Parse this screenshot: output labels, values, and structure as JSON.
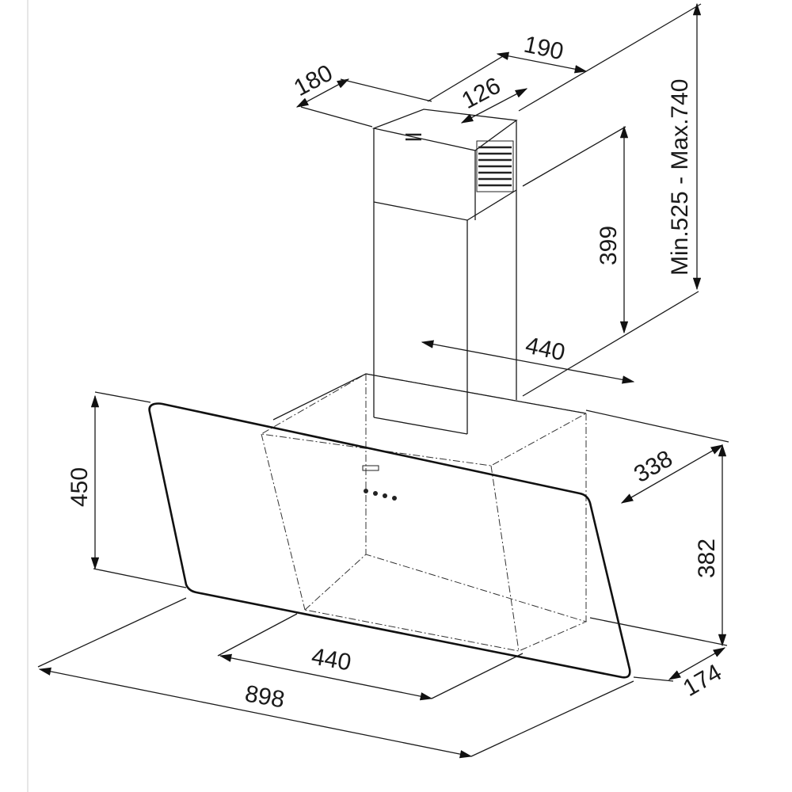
{
  "title": "Cooker hood dimension drawing",
  "dimensions": {
    "chimney_width": "190",
    "chimney_depth": "180",
    "outlet_width": "126",
    "chimney_height_range": "Min.525 - Max.740",
    "upper_chimney_height": "399",
    "body_width_top": "440",
    "glass_height": "450",
    "body_depth": "338",
    "body_height": "382",
    "body_width_bottom": "440",
    "total_width": "898",
    "glass_depth": "174"
  }
}
